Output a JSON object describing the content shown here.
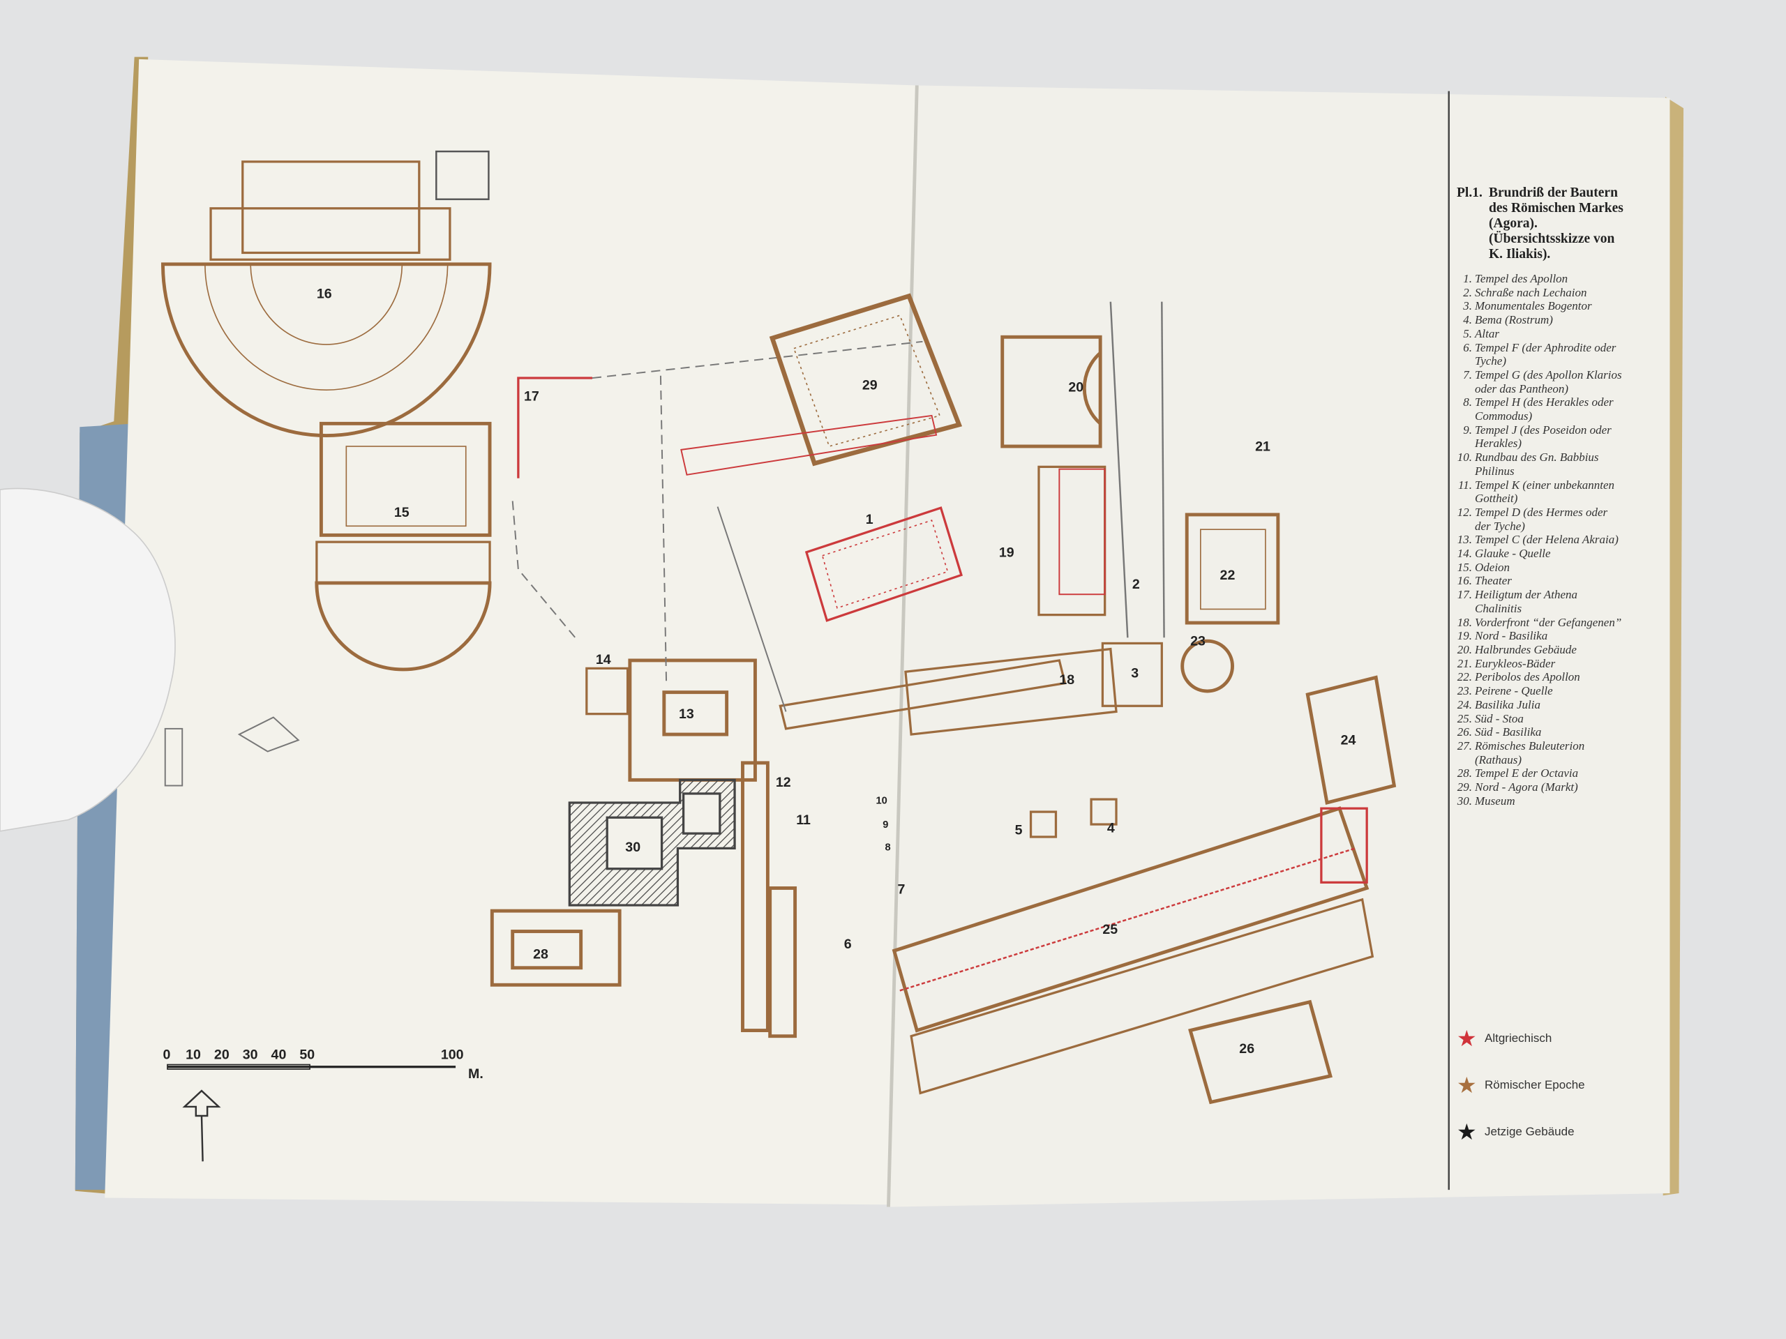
{
  "legend": {
    "plate": "Pl.1.",
    "title": "Brundriß der Bautern des Römischen Markes (Agora). (Übersichtsskizze von K. Iliakis).",
    "items": [
      {
        "n": "1.",
        "text": "Tempel des Apollon"
      },
      {
        "n": "2.",
        "text": "Schraße nach Lechaion"
      },
      {
        "n": "3.",
        "text": "Monumentales Bogentor"
      },
      {
        "n": "4.",
        "text": "Bema (Rostrum)"
      },
      {
        "n": "5.",
        "text": "Altar"
      },
      {
        "n": "6.",
        "text": "Tempel F (der Aphrodite oder Tyche)"
      },
      {
        "n": "7.",
        "text": "Tempel G (des Apollon Klarios oder das Pantheon)"
      },
      {
        "n": "8.",
        "text": "Tempel H (des Herakles oder Commodus)"
      },
      {
        "n": "9.",
        "text": "Tempel J (des Poseidon oder Herakles)"
      },
      {
        "n": "10.",
        "text": "Rundbau des Gn. Babbius Philinus"
      },
      {
        "n": "11.",
        "text": "Tempel K (einer unbekannten Gottheit)"
      },
      {
        "n": "12.",
        "text": "Tempel D (des Hermes oder der Tyche)"
      },
      {
        "n": "13.",
        "text": "Tempel C (der Helena Akraia)"
      },
      {
        "n": "14.",
        "text": "Glauke - Quelle"
      },
      {
        "n": "15.",
        "text": "Odeion"
      },
      {
        "n": "16.",
        "text": "Theater"
      },
      {
        "n": "17.",
        "text": "Heiligtum der Athena Chalinitis"
      },
      {
        "n": "18.",
        "text": "Vorderfront “der Gefangenen”"
      },
      {
        "n": "19.",
        "text": "Nord - Basilika"
      },
      {
        "n": "20.",
        "text": "Halbrundes Gebäude"
      },
      {
        "n": "21.",
        "text": "Eurykleos-Bäder"
      },
      {
        "n": "22.",
        "text": "Peribolos des Apollon"
      },
      {
        "n": "23.",
        "text": "Peirene - Quelle"
      },
      {
        "n": "24.",
        "text": "Basilika Julia"
      },
      {
        "n": "25.",
        "text": "Süd - Stoa"
      },
      {
        "n": "26.",
        "text": "Süd - Basilika"
      },
      {
        "n": "27.",
        "text": "Römisches Buleuterion (Rathaus)"
      },
      {
        "n": "28.",
        "text": "Tempel E der Octavia"
      },
      {
        "n": "29.",
        "text": "Nord - Agora (Markt)"
      },
      {
        "n": "30.",
        "text": "Museum"
      }
    ]
  },
  "markers": [
    {
      "label": "Altgriechisch",
      "color": "#d0333a"
    },
    {
      "label": "Römischer Epoche",
      "color": "#a8703f"
    },
    {
      "label": "Jetzige Gebäude",
      "color": "#1a1a1a"
    }
  ],
  "map_labels": {
    "l1": "1",
    "l2": "2",
    "l3": "3",
    "l4": "4",
    "l5": "5",
    "l6": "6",
    "l7": "7",
    "l8": "8",
    "l9": "9",
    "l10": "10",
    "l11": "11",
    "l12": "12",
    "l13": "13",
    "l14": "14",
    "l15": "15",
    "l16": "16",
    "l17": "17",
    "l18": "18",
    "l19": "19",
    "l20": "20",
    "l21": "21",
    "l22": "22",
    "l23": "23",
    "l24": "24",
    "l25": "25",
    "l26": "26",
    "l28": "28",
    "l29": "29",
    "l30": "30"
  },
  "scale": {
    "ticks": [
      "0",
      "10",
      "20",
      "30",
      "40",
      "50",
      "100"
    ],
    "unit": "M."
  },
  "colors": {
    "roman": "#9c6b3e",
    "greek": "#cc3a3c",
    "modern": "#333333",
    "paper": "#f2f1ea"
  }
}
